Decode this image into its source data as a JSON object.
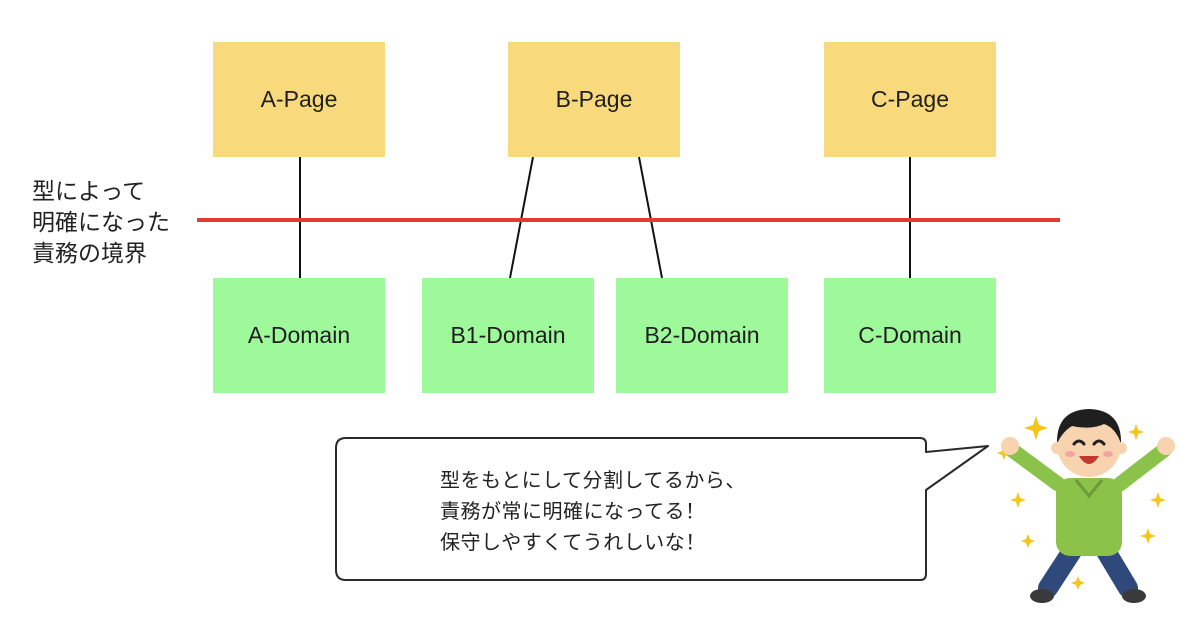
{
  "pages": {
    "a": "A-Page",
    "b": "B-Page",
    "c": "C-Page"
  },
  "domains": {
    "a": "A-Domain",
    "b1": "B1-Domain",
    "b2": "B2-Domain",
    "c": "C-Domain"
  },
  "boundary": {
    "label_lines": [
      "型によって",
      "明確になった",
      "責務の境界"
    ],
    "line_color": "#e53a30"
  },
  "speech_bubble": {
    "lines": [
      "型をもとにして分割してるから、",
      "責務が常に明確になってる！",
      "保守しやすくてうれしいな！"
    ]
  },
  "colors": {
    "page_fill": "#f8d97c",
    "domain_fill": "#9ef99b",
    "connector": "#111111"
  },
  "illustration": {
    "icon": "happy-boy-sparkles-icon"
  }
}
